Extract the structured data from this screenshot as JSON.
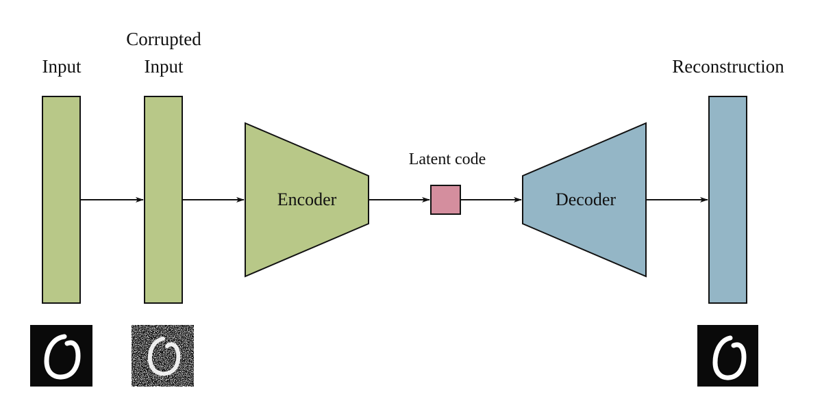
{
  "labels": {
    "input": "Input",
    "corrupted_line1": "Corrupted",
    "corrupted_line2": "Input",
    "reconstruction": "Reconstruction",
    "latent_code": "Latent code",
    "encoder": "Encoder",
    "decoder": "Decoder"
  },
  "colors": {
    "green": "#b8c888",
    "blue": "#94b6c6",
    "pink": "#d48e9e",
    "stroke": "#111111",
    "image_bg": "#0a0a0a"
  },
  "images": [
    {
      "name": "input-digit-image",
      "depicts": "digit 0"
    },
    {
      "name": "corrupted-digit-image",
      "depicts": "noisy digit 0"
    },
    {
      "name": "reconstructed-digit-image",
      "depicts": "digit 0"
    }
  ]
}
